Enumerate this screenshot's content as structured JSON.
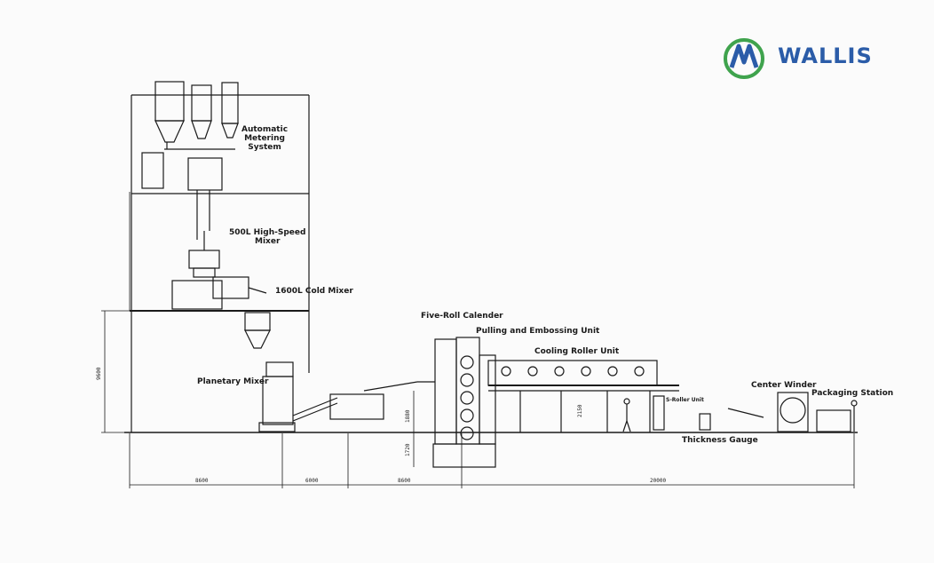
{
  "brand": {
    "name": "WALLIS",
    "color": "#2b5ca8",
    "accent": "#3fa34d"
  },
  "labels": {
    "automatic_metering": [
      "Automatic",
      "Metering",
      "System"
    ],
    "high_speed_mixer": [
      "500L High-Speed",
      "Mixer"
    ],
    "cold_mixer": "1600L Cold Mixer",
    "planetary_mixer": "Planetary Mixer",
    "five_roll_calender": "Five-Roll Calender",
    "pulling_embossing": "Pulling and Embossing Unit",
    "cooling_roller": "Cooling Roller Unit",
    "s_roller": "S-Roller Unit",
    "center_winder": "Center Winder",
    "packaging_station": "Packaging Station",
    "thickness_gauge": "Thickness Gauge"
  },
  "dimensions": {
    "height_total": "9600",
    "seg1": "8600",
    "seg2": "6000",
    "seg3": "8600",
    "seg4": "20000",
    "calender_h1": "1880",
    "calender_h2": "1720",
    "cooling_h": "2150"
  }
}
